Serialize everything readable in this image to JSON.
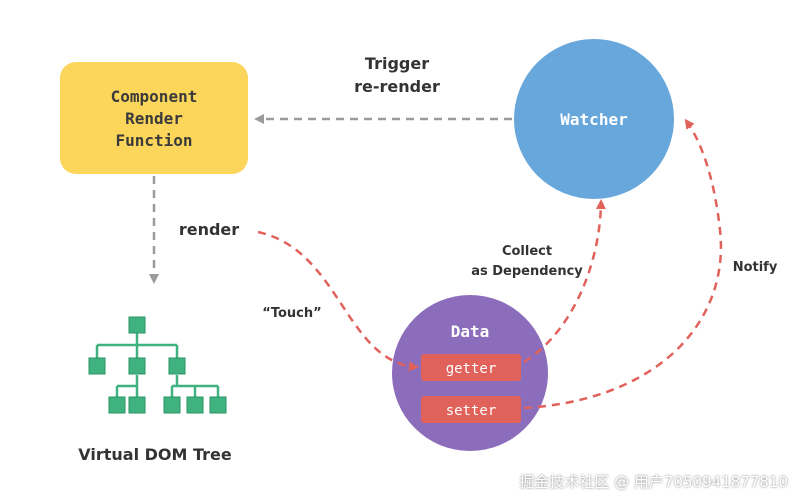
{
  "nodes": {
    "component": {
      "lines": [
        "Component",
        "Render",
        "Function"
      ]
    },
    "watcher": {
      "label": "Watcher"
    },
    "data": {
      "label": "Data",
      "getter": "getter",
      "setter": "setter"
    },
    "vdom": {
      "label": "Virtual DOM Tree"
    }
  },
  "edges": {
    "trigger": [
      "Trigger",
      "re-render"
    ],
    "render": "render",
    "touch": "“Touch”",
    "collect": [
      "Collect",
      "as Dependency"
    ],
    "notify": "Notify"
  },
  "watermark": "掘金技术社区 @ 用户7050941877810",
  "colors": {
    "component": "#fcd55b",
    "watcher": "#67a7dc",
    "data": "#8c6dbb",
    "pill": "#e0625b",
    "arrow_red": "#e0625b",
    "arrow_gray": "#9b9b9b",
    "tree": "#3fb27f"
  }
}
